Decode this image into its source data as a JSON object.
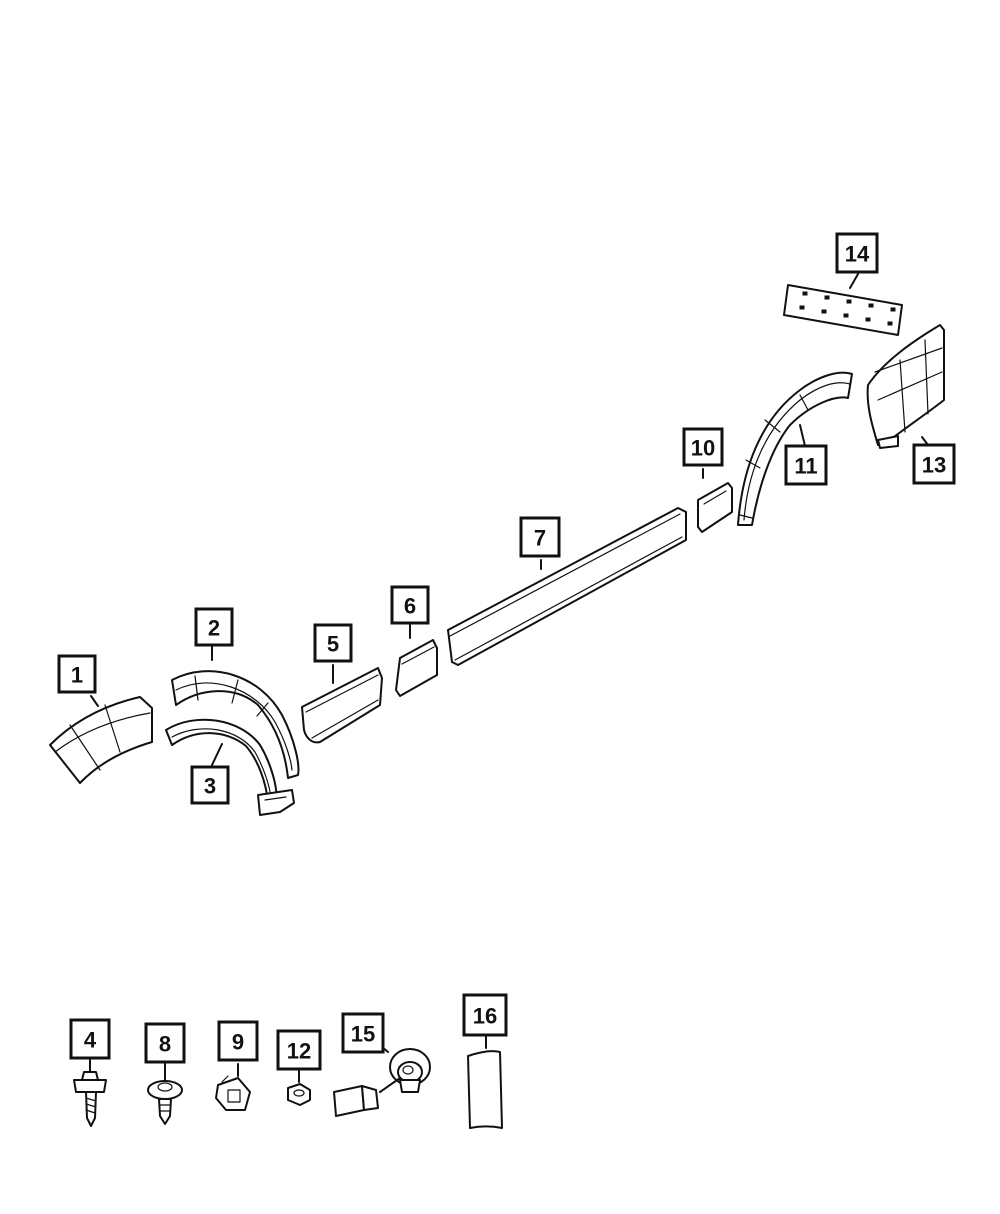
{
  "callouts": [
    {
      "id": "1",
      "label": "1"
    },
    {
      "id": "2",
      "label": "2"
    },
    {
      "id": "3",
      "label": "3"
    },
    {
      "id": "4",
      "label": "4"
    },
    {
      "id": "5",
      "label": "5"
    },
    {
      "id": "6",
      "label": "6"
    },
    {
      "id": "7",
      "label": "7"
    },
    {
      "id": "8",
      "label": "8"
    },
    {
      "id": "9",
      "label": "9"
    },
    {
      "id": "10",
      "label": "10"
    },
    {
      "id": "11",
      "label": "11"
    },
    {
      "id": "12",
      "label": "12"
    },
    {
      "id": "13",
      "label": "13"
    },
    {
      "id": "14",
      "label": "14"
    },
    {
      "id": "15",
      "label": "15"
    },
    {
      "id": "16",
      "label": "16"
    }
  ],
  "colors": {
    "line": "#111111",
    "background": "#ffffff"
  }
}
